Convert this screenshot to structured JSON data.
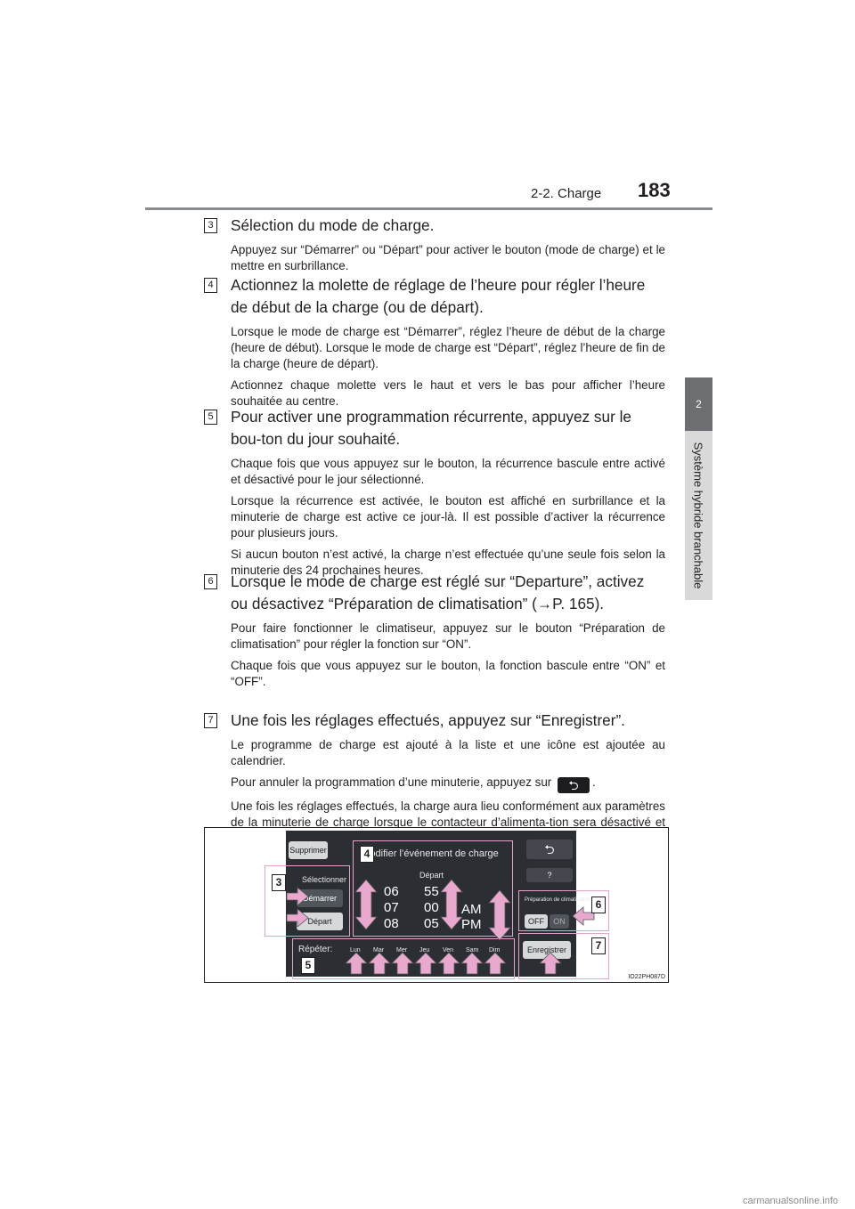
{
  "header": {
    "section": "2-2. Charge",
    "page_number": "183"
  },
  "side_tab": {
    "chapter_number": "2",
    "chapter_title": "Système hybride branchable"
  },
  "steps": [
    {
      "number": "3",
      "title": "Sélection du mode de charge.",
      "paragraphs": [
        "Appuyez sur “Démarrer” ou “Départ” pour activer le bouton (mode de charge) et le mettre en surbrillance."
      ]
    },
    {
      "number": "4",
      "title": "Actionnez la molette de réglage de l’heure pour régler l’heure de début de la charge (ou de départ).",
      "paragraphs": [
        "Lorsque le mode de charge est “Démarrer”, réglez l’heure de début de la charge (heure de début). Lorsque le mode de charge est “Départ”, réglez l’heure de fin de la charge (heure de départ).",
        "Actionnez chaque molette vers le haut et vers le bas pour afficher l’heure souhaitée au centre."
      ]
    },
    {
      "number": "5",
      "title": "Pour activer une programmation récurrente, appuyez sur le bou-ton du jour souhaité.",
      "paragraphs": [
        "Chaque fois que vous appuyez sur le bouton, la récurrence bascule entre activé et désactivé pour le jour sélectionné.",
        "Lorsque la récurrence est activée, le bouton est affiché en surbrillance et la minuterie de charge est active ce jour-là. Il est possible d’activer la récurrence pour plusieurs jours.",
        "Si aucun bouton n’est activé, la charge n’est effectuée qu’une seule fois selon la minuterie des 24 prochaines heures."
      ]
    },
    {
      "number": "6",
      "title": "Lorsque le mode de charge est réglé sur “Departure”, activez ou désactivez “Préparation de climatisation” (→P. 165).",
      "paragraphs": [
        "Pour faire fonctionner le climatiseur, appuyez sur le bouton “Préparation de climatisation” pour régler la fonction sur “ON”.",
        "Chaque fois que vous appuyez sur le bouton, la fonction bascule entre “ON” et “OFF”."
      ]
    },
    {
      "number": "7",
      "title": "Une fois les réglages effectués, appuyez sur “Enregistrer”.",
      "paragraphs": [
        "Le programme de charge est ajouté à la liste et une icône est ajoutée au calendrier."
      ],
      "para_icon_before": "Pour annuler la programmation d’une minuterie, appuyez sur",
      "para_icon_after": ".",
      "para_last": "Une fois les réglages effectués, la charge aura lieu conformément aux paramètres de la minuterie de charge lorsque le contacteur d’alimenta-tion sera désactivé et le câble de charge branché sur le véhicule."
    }
  ],
  "figure": {
    "screen": {
      "delete_label": "Supprimer",
      "title": "lodifier l’événement de charge",
      "select_label": "Sélectionner",
      "start_label": "Démarrer",
      "departure_label": "Départ",
      "wheel_caption": "Départ",
      "hours": [
        "06",
        "07",
        "08"
      ],
      "minutes": [
        "55",
        "00",
        "05"
      ],
      "ampm": [
        "AM",
        "PM"
      ],
      "help_label": "?",
      "climate_label": "Préparation de climatisation",
      "off_label": "OFF",
      "on_label": "ON",
      "repeat_label": "Répéter:",
      "days": [
        "Lun",
        "Mar",
        "Mer",
        "Jeu",
        "Ven",
        "Sam",
        "Dim"
      ],
      "save_label": "Enregistrer"
    },
    "callouts": [
      "3",
      "4",
      "5",
      "6",
      "7"
    ],
    "code": "IO22PH087D",
    "highlight_color": "#e5a3cc",
    "arrow_color": "#e9a9cf"
  },
  "footer": "carmanualsonline.info"
}
